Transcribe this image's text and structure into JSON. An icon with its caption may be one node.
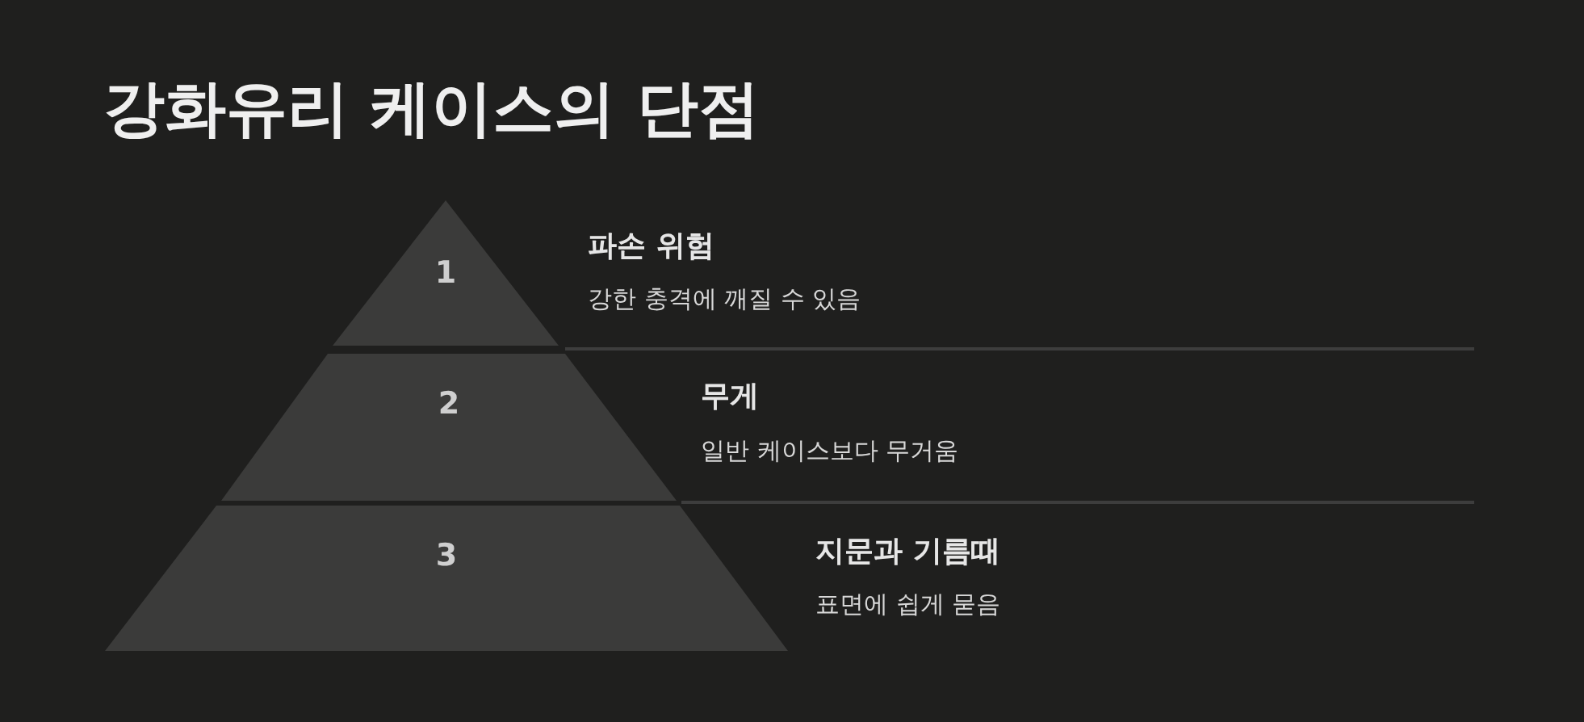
{
  "diagram": {
    "title": "강화유리 케이스의 단점",
    "nodes": [
      {
        "text": [
          "1"
        ],
        "beside": [
          "파손 위험",
          "강한 충격에 깨질 수 있음"
        ]
      },
      {
        "text": [
          "2"
        ],
        "beside": [
          "무게",
          "일반 케이스보다 무거움"
        ]
      },
      {
        "text": [
          "3"
        ],
        "beside": [
          "지문과 기름때",
          "표면에 쉽게 묻음"
        ]
      }
    ]
  }
}
